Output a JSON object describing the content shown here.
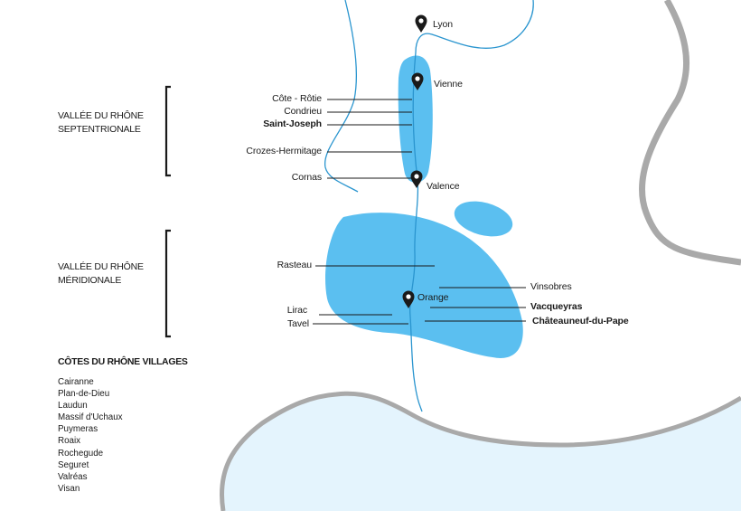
{
  "colors": {
    "wine_area": "#5bbff0",
    "river": "#2a95cf",
    "sea": "#e4f4fd",
    "coast": "#a9a9a9",
    "border": "#a9a9a9",
    "text": "#1a1a1a"
  },
  "regions": {
    "north": {
      "line1": "VALLÉE DU RHÔNE",
      "line2": "SEPTENTRIONALE"
    },
    "south": {
      "line1": "VALLÉE DU RHÔNE",
      "line2": "MÉRIDIONALE"
    }
  },
  "cities": {
    "lyon": "Lyon",
    "vienne": "Vienne",
    "valence": "Valence",
    "orange": "Orange"
  },
  "appellations": {
    "cote_rotie": "Côte - Rôtie",
    "condrieu": "Condrieu",
    "saint_joseph": "Saint-Joseph",
    "crozes_hermitage": "Crozes-Hermitage",
    "cornas": "Cornas",
    "rasteau": "Rasteau",
    "lirac": "Lirac",
    "tavel": "Tavel",
    "vinsobres": "Vinsobres",
    "vacqueyras": "Vacqueyras",
    "chateauneuf": "Châteauneuf-du-Pape"
  },
  "villages": {
    "title": "CÔTES DU RHÔNE VILLAGES",
    "items": [
      "Cairanne",
      "Plan-de-Dieu",
      "Laudun",
      "Massif d'Uchaux",
      "Puymeras",
      "Roaix",
      "Rochegude",
      "Seguret",
      "Valréas",
      "Visan"
    ]
  },
  "icons": {
    "city_marker": "map-pin-icon"
  }
}
